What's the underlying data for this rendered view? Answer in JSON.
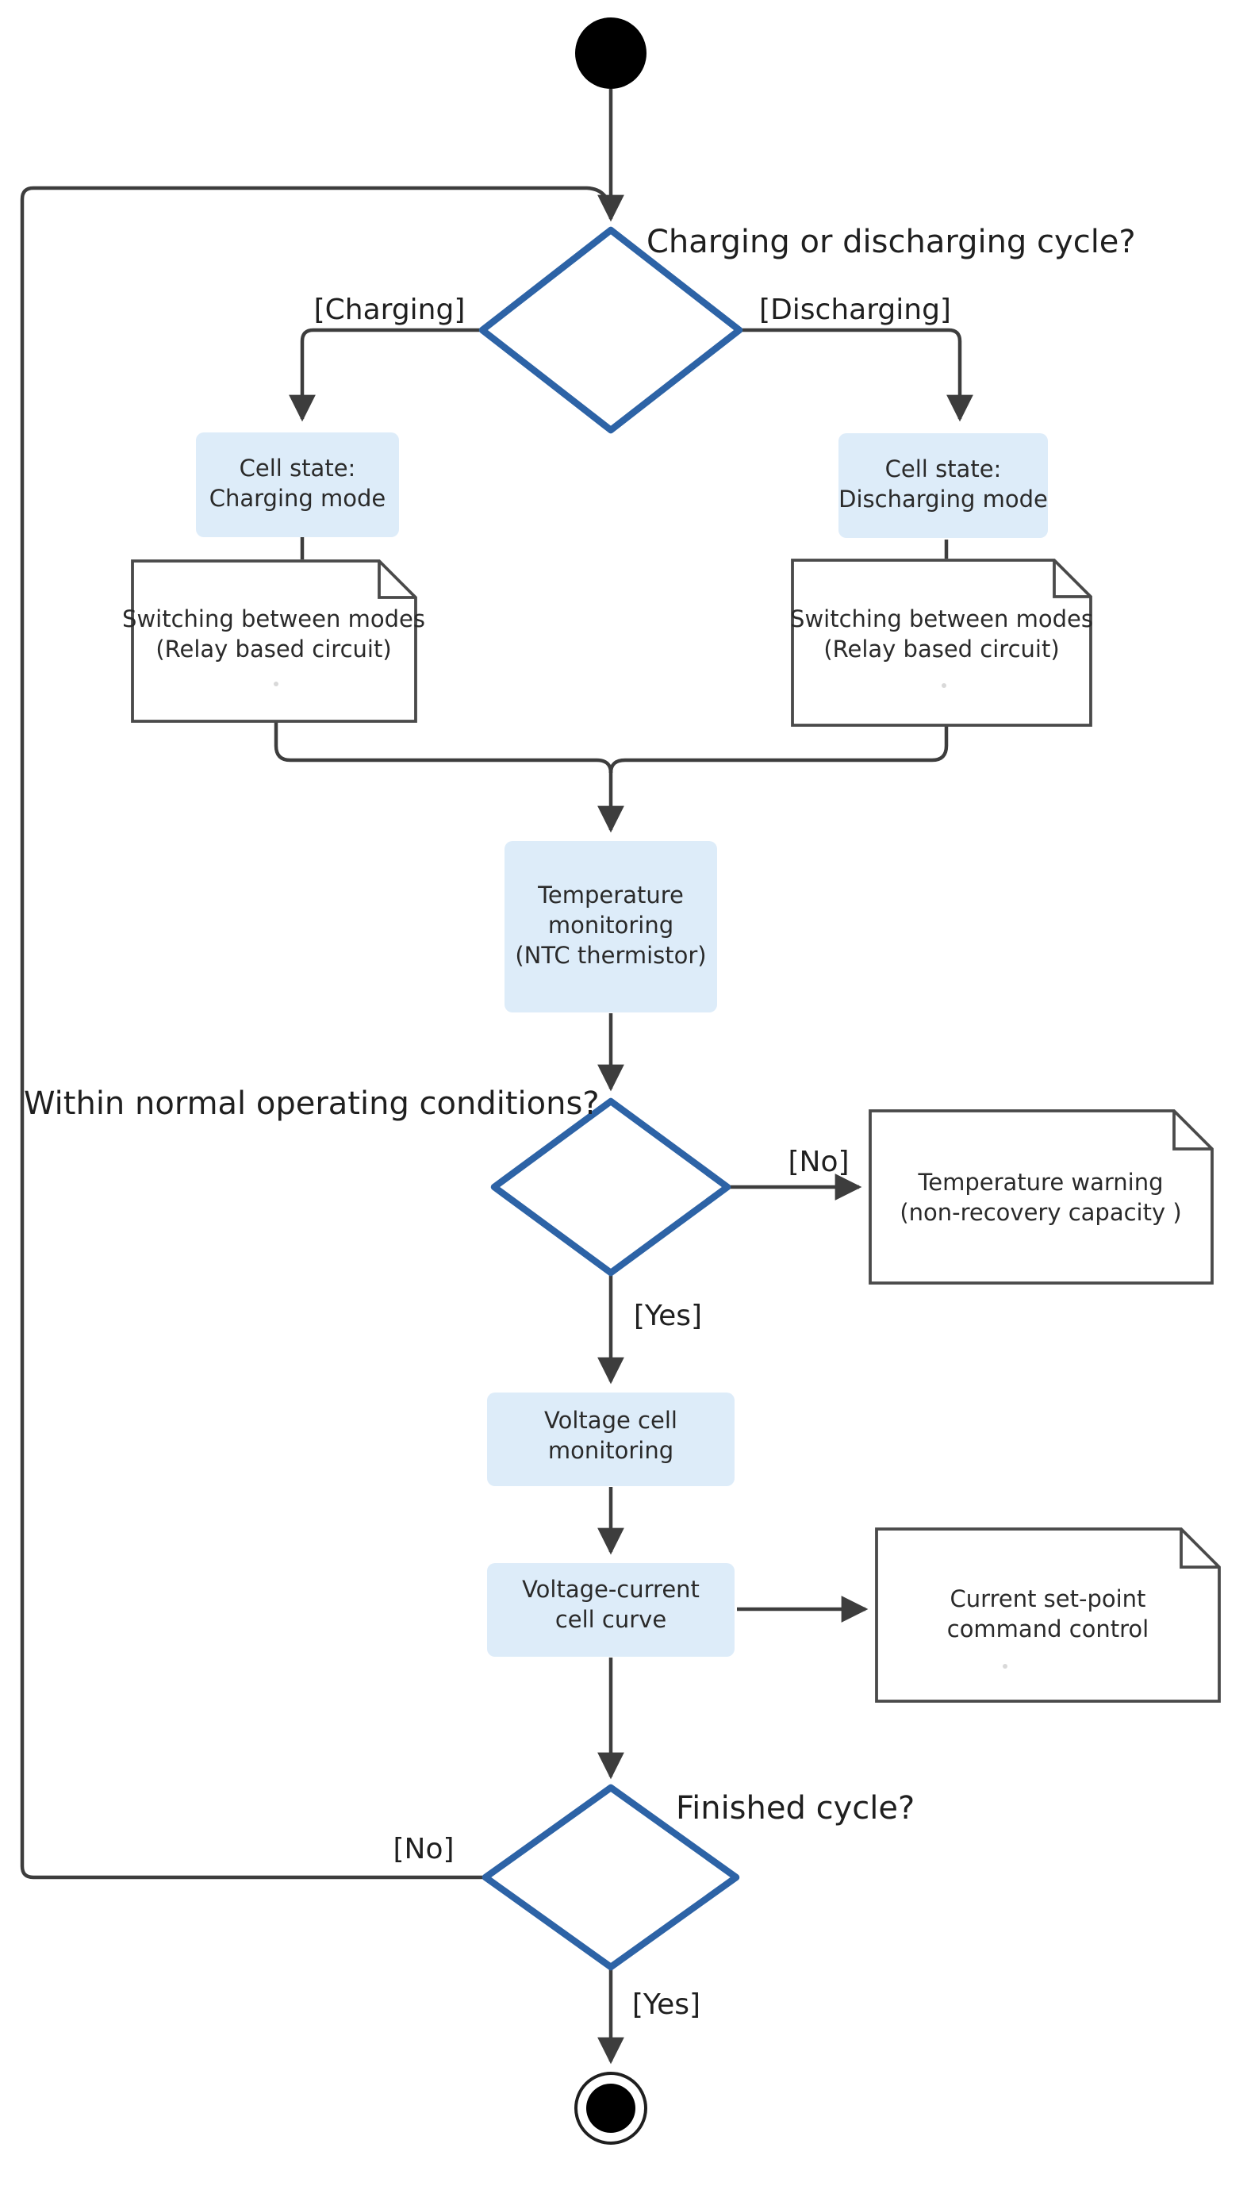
{
  "colors": {
    "background": "#ffffff",
    "edge": "#3d3d3d",
    "decision_stroke": "#2d63a6",
    "action_fill": "#ddecf9",
    "note_fill": "#ffffff",
    "note_border": "#4a4a4a",
    "text": "#1f1f1f",
    "node_black": "#000000",
    "artifact_dot": "#b9b9b9"
  },
  "nodes": {
    "start": {
      "icon": "initial-node-icon"
    },
    "end": {
      "icon": "final-node-icon"
    },
    "action_charging": {
      "line1": "Cell state:",
      "line2": "Charging mode"
    },
    "action_discharging": {
      "line1": "Cell state:",
      "line2": "Discharging mode"
    },
    "action_temp": {
      "line1": "Temperature",
      "line2": "monitoring",
      "line3": "(NTC thermistor)"
    },
    "action_vmon": {
      "line1": "Voltage cell",
      "line2": "monitoring"
    },
    "action_vcurve": {
      "line1": "Voltage-current",
      "line2": "cell curve"
    }
  },
  "decisions": {
    "d1": {
      "question": "Charging or discharging cycle?"
    },
    "d2": {
      "question": "Within normal operating conditions?"
    },
    "d3": {
      "question": "Finished cycle?"
    }
  },
  "guards": {
    "d1_left": "[Charging]",
    "d1_right": "[Discharging]",
    "d2_no": "[No]",
    "d2_yes": "[Yes]",
    "d3_no": "[No]",
    "d3_yes": "[Yes]"
  },
  "notes": {
    "switch_left": {
      "line1": "Switching between modes",
      "line2": "(Relay based circuit)"
    },
    "switch_right": {
      "line1": "Switching between modes",
      "line2": "(Relay based circuit)"
    },
    "temp_warning": {
      "line1": "Temperature warning",
      "line2": "(non-recovery capacity )"
    },
    "setpoint": {
      "line1": "Current set-point",
      "line2": "command control"
    }
  }
}
